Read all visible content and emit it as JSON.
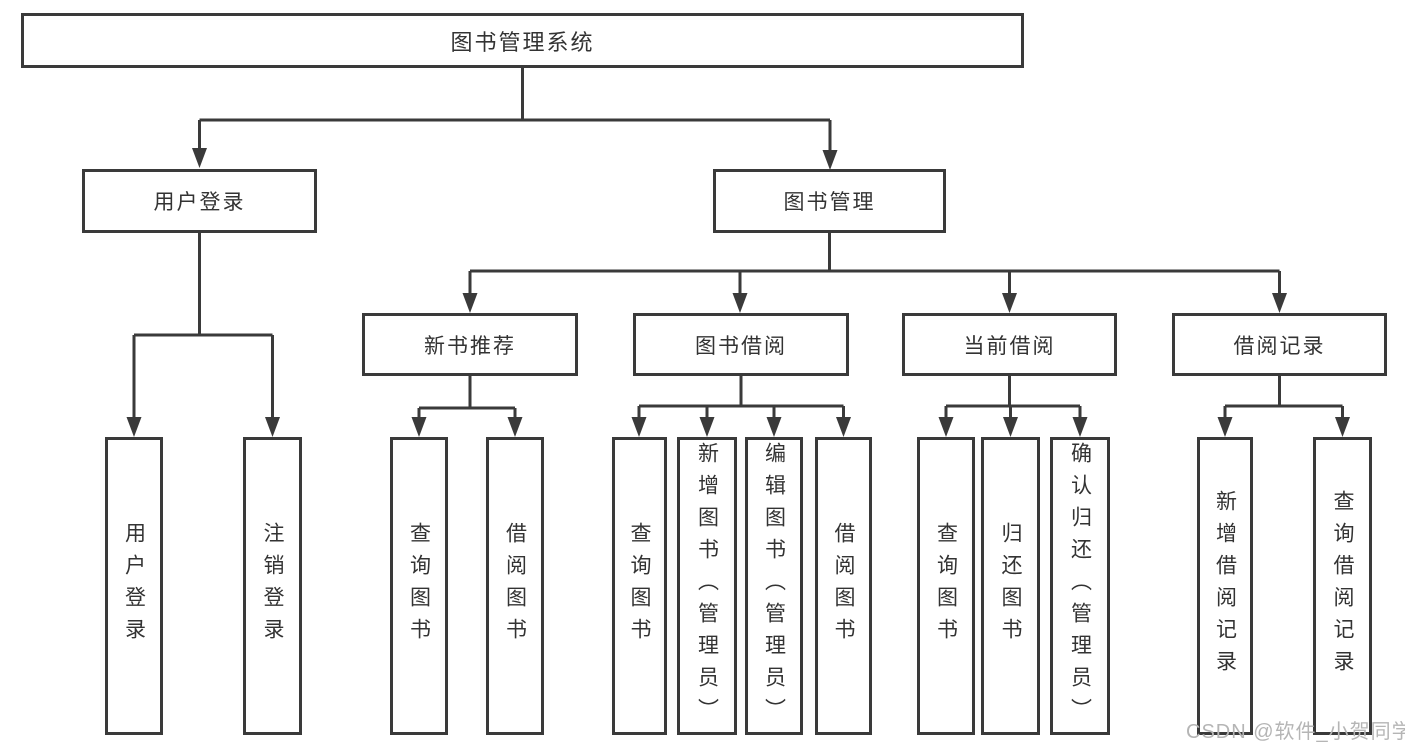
{
  "diagram": {
    "root": {
      "label": "图书管理系统",
      "children": [
        {
          "label": "用户登录",
          "children": [
            {
              "label": "用户登录"
            },
            {
              "label": "注销登录"
            }
          ]
        },
        {
          "label": "图书管理",
          "children": [
            {
              "label": "新书推荐",
              "children": [
                {
                  "label": "查询图书"
                },
                {
                  "label": "借阅图书"
                }
              ]
            },
            {
              "label": "图书借阅",
              "children": [
                {
                  "label": "查询图书"
                },
                {
                  "label": "新增图书（管理员）"
                },
                {
                  "label": "编辑图书（管理员）"
                },
                {
                  "label": "借阅图书"
                }
              ]
            },
            {
              "label": "当前借阅",
              "children": [
                {
                  "label": "查询图书"
                },
                {
                  "label": "归还图书"
                },
                {
                  "label": "确认归还（管理员）"
                }
              ]
            },
            {
              "label": "借阅记录",
              "children": [
                {
                  "label": "新增借阅记录"
                },
                {
                  "label": "查询借阅记录"
                }
              ]
            }
          ]
        }
      ]
    }
  },
  "watermark": {
    "text": "CSDN @软件_小贺同学"
  },
  "colors": {
    "line": "#3a3a3a",
    "text": "#333333",
    "watermark": "#b5b5b5",
    "bg": "#ffffff"
  }
}
